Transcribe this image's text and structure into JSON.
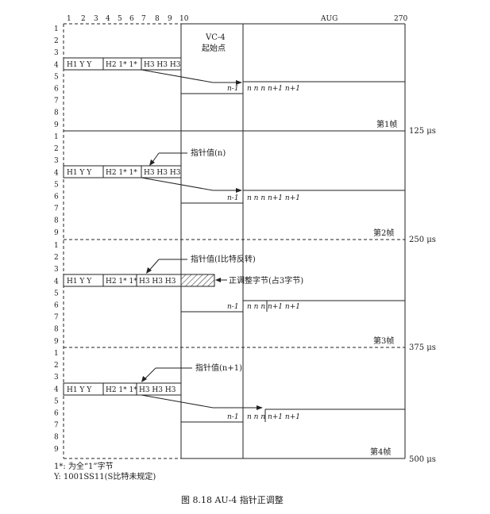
{
  "header": {
    "col_numbers": [
      "1",
      "2",
      "3",
      "4",
      "5",
      "6",
      "7",
      "8",
      "9",
      "10"
    ],
    "aug_label": "AUG",
    "col_270": "270"
  },
  "row_numbers": [
    "1",
    "2",
    "3",
    "4",
    "5",
    "6",
    "7",
    "8",
    "9"
  ],
  "frames": [
    {
      "pointer_cells": [
        "H1 Y Y",
        "H2 1* 1*",
        "H3 H3 H3"
      ],
      "annotation": "VC-4\n起始点",
      "annotation_line1": "VC-4",
      "annotation_line2": "起始点",
      "n_minus_1": "n-1",
      "payload_seq": "n n n  n+1  n+1",
      "frame_label": "第1帧",
      "time": "125 μs"
    },
    {
      "pointer_cells": [
        "H1 Y Y",
        "H2 1* 1*",
        "H3 H3 H3"
      ],
      "annotation": "指针值(n)",
      "n_minus_1": "n-1",
      "payload_seq": "n n n  n+1  n+1",
      "frame_label": "第2帧",
      "time": "250 μs"
    },
    {
      "pointer_cells": [
        "H1 Y Y",
        "H2 1* 1*",
        "H3 H3 H3"
      ],
      "annotation": "指针值(I比特反转)",
      "stuff_label": "正调整字节(占3字节)",
      "n_minus_1": "n-1",
      "payload_seq": "n n n  n+1  n+1",
      "frame_label": "第3帧",
      "time": "375 μs"
    },
    {
      "pointer_cells": [
        "H1 Y Y",
        "H2 1* 1*",
        "H3 H3 H3"
      ],
      "annotation": "指针值(n+1)",
      "n_minus_1": "n-1",
      "payload_seq": "n n n  n+1  n+1",
      "frame_label": "第4帧",
      "time": "500 μs"
    }
  ],
  "legend": {
    "line1": "1*: 为全“1”字节",
    "line2": "Y: 1001SS11(S比特未规定)"
  },
  "caption": "图 8.18   AU-4 指针正调整"
}
